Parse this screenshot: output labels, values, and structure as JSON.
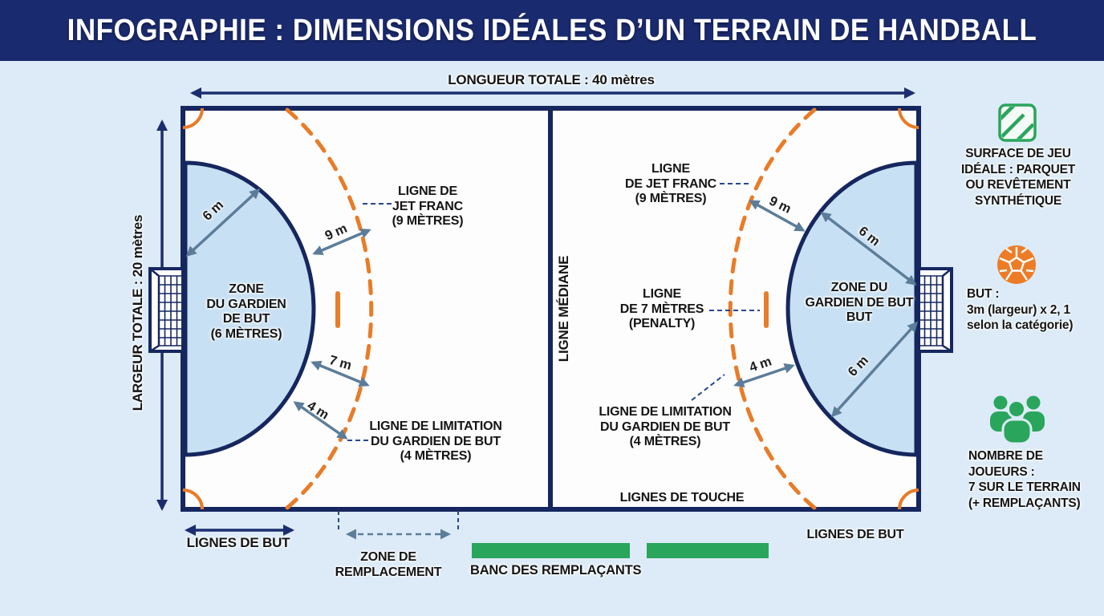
{
  "header": {
    "title": "INFOGRAPHIE : DIMENSIONS IDÉALES D’UN TERRAIN DE HANDBALL"
  },
  "dimensions": {
    "length": "LONGUEUR TOTALE : 40 mètres",
    "width": "LARGEUR TOTALE : 20 mètres"
  },
  "court": {
    "median": "LIGNE MÉDIANE",
    "touch_lines": "LIGNES DE TOUCHE",
    "goal_lines_left": "LIGNES DE BUT",
    "goal_lines_right": "LIGNES DE BUT"
  },
  "left_half": {
    "goal_zone": [
      "ZONE",
      "DU GARDIEN",
      "DE BUT",
      "(6 MÈTRES)"
    ],
    "free_throw": [
      "LIGNE DE",
      "JET FRANC",
      "(9 MÈTRES)"
    ],
    "keeper_limit": [
      "LIGNE DE LIMITATION",
      "DU GARDIEN DE BUT",
      "(4 MÈTRES)"
    ],
    "m6": "6 m",
    "m9": "9 m",
    "m7": "7 m",
    "m4": "4 m"
  },
  "right_half": {
    "goal_zone": [
      "ZONE DU",
      "GARDIEN DE BUT",
      "BUT"
    ],
    "free_throw": [
      "LIGNE",
      "DE JET FRANC",
      "(9 MÈTRES)"
    ],
    "penalty": [
      "LIGNE",
      "DE 7 MÈTRES",
      "(PENALTY)"
    ],
    "keeper_limit": [
      "LIGNE DE LIMITATION",
      "DU GARDIEN DE BUT",
      "(4 MÈTRES)"
    ],
    "m9": "9 m",
    "m6_top": "6 m",
    "m6_bottom": "6 m",
    "m4": "4 m"
  },
  "bottom": {
    "substitution_zone": [
      "ZONE DE",
      "REMPLACEMENT"
    ],
    "bench": "BANC DES REMPLAÇANTS"
  },
  "legend": {
    "surface": [
      "SURFACE DE JEU",
      "IDÉALE : PARQUET",
      "OU REVÊTEMENT",
      "SYNTHÉTIQUE"
    ],
    "goal": [
      "BUT :",
      "3m (largeur) x 2, 1",
      "selon la catégorie)"
    ],
    "players": [
      "NOMBRE DE",
      "JOUEURS :",
      "7 SUR LE TERRAIN",
      "(+ REMPLAÇANTS)"
    ]
  },
  "icons": {
    "surface_icon": "striped-square",
    "ball_icon": "handball",
    "players_icon": "people-group"
  },
  "colors": {
    "header_bg": "#1a2a6e",
    "court_line": "#16275f",
    "zone_fill": "#c8e0f3",
    "orange": "#e87c28",
    "green": "#2aa55c",
    "background": "#dcebf7",
    "arrow": "#5c7d99"
  }
}
